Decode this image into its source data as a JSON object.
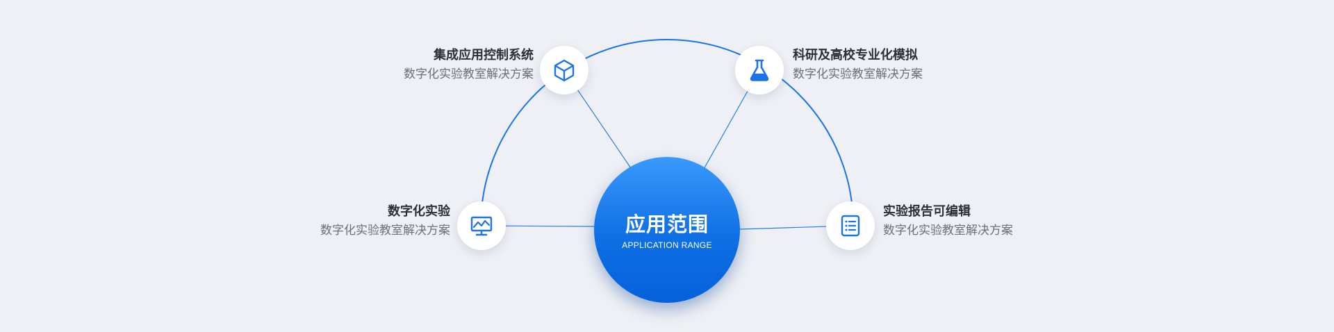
{
  "hub": {
    "title": "应用范围",
    "subtitle": "APPLICATION RANGE"
  },
  "nodes": [
    {
      "title": "集成应用控制系统",
      "desc": "数字化实验教室解决方案",
      "icon": "cube-icon"
    },
    {
      "title": "科研及高校专业化模拟",
      "desc": "数字化实验教室解决方案",
      "icon": "flask-icon"
    },
    {
      "title": "数字化实验",
      "desc": "数字化实验教室解决方案",
      "icon": "monitor-chart-icon"
    },
    {
      "title": "实验报告可编辑",
      "desc": "数字化实验教室解决方案",
      "icon": "list-document-icon"
    }
  ],
  "colors": {
    "background": "#eef0f5",
    "accent": "#1a73e8",
    "hub_gradient_top": "#3a99fb",
    "hub_gradient_bottom": "#0561db",
    "title_text": "#2b2f38",
    "desc_text": "#6a6f7a"
  }
}
